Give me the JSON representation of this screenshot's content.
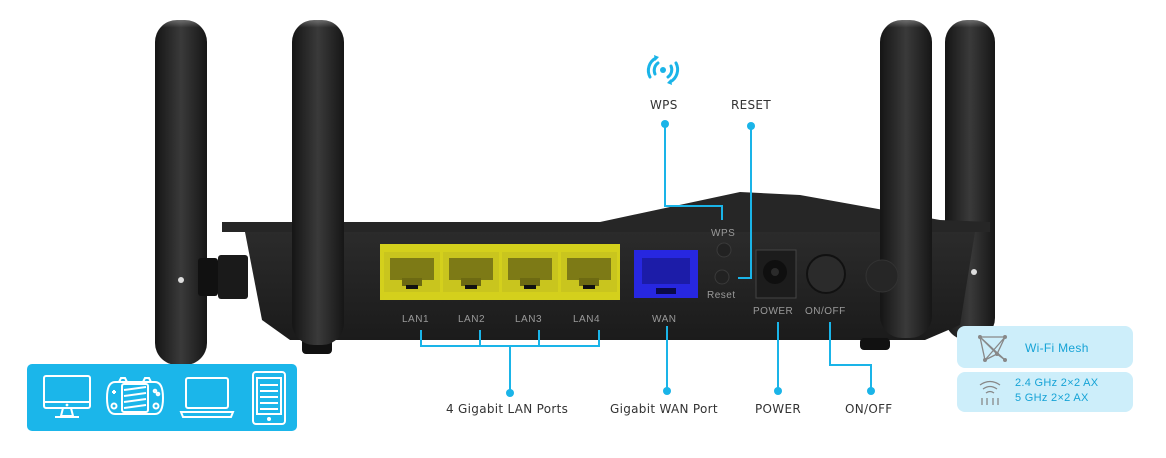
{
  "callouts": {
    "wps": "WPS",
    "reset": "RESET",
    "lan_ports": "4 Gigabit LAN Ports",
    "wan_port": "Gigabit WAN Port",
    "power": "POWER",
    "onoff": "ON/OFF"
  },
  "router_labels": {
    "lan1": "LAN1",
    "lan2": "LAN2",
    "lan3": "LAN3",
    "lan4": "LAN4",
    "wan": "WAN",
    "wps": "WPS",
    "reset": "Reset",
    "power": "POWER",
    "onoff": "ON/OFF"
  },
  "features": {
    "mesh": {
      "icon": "mesh-network-icon",
      "label": "Wi-Fi Mesh"
    },
    "bands": {
      "icon": "wifi-antenna-icon",
      "line1": "2.4 GHz 2×2 AX",
      "line2": "5 GHz 2×2 AX"
    }
  },
  "devices": [
    {
      "icon": "desktop-monitor-icon"
    },
    {
      "icon": "handheld-game-console-icon"
    },
    {
      "icon": "laptop-icon"
    },
    {
      "icon": "tablet-icon"
    }
  ],
  "colors": {
    "accent": "#1ab4e8",
    "lan_port": "#c9c51e",
    "wan_port": "#2323d8",
    "router_body": "#1f1f1f",
    "feature_card_bg": "#cdeefa",
    "feature_text": "#16a3d6"
  }
}
